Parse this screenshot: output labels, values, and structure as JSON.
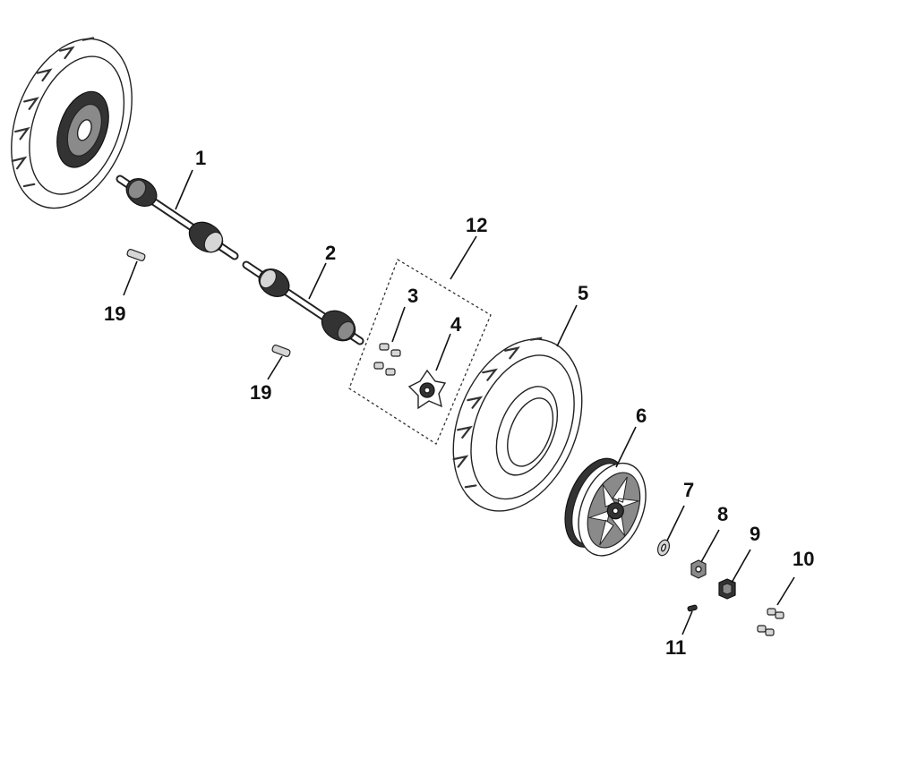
{
  "callouts": {
    "c1": "1",
    "c2": "2",
    "c3": "3",
    "c4": "4",
    "c5": "5",
    "c6": "6",
    "c7": "7",
    "c8": "8",
    "c9": "9",
    "c10": "10",
    "c11": "11",
    "c12": "12",
    "c19a": "19",
    "c19b": "19"
  }
}
